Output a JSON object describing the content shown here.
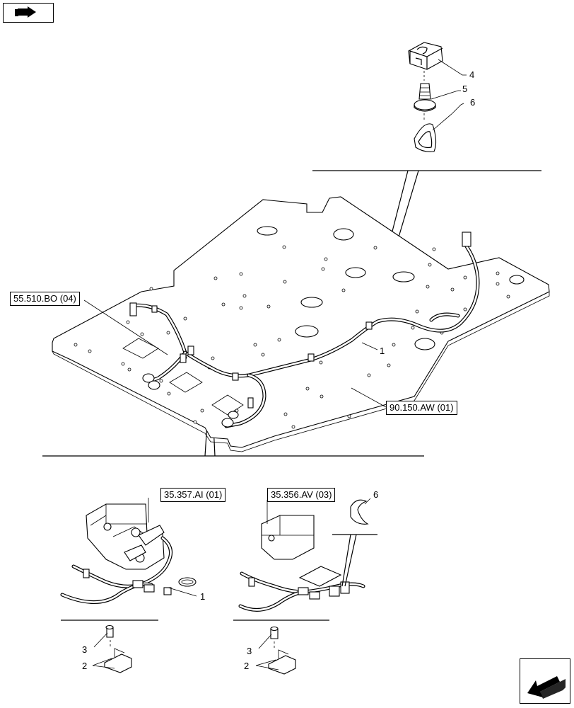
{
  "references": [
    {
      "id": "ref-55-510",
      "text": "55.510.BO (04)"
    },
    {
      "id": "ref-90-150",
      "text": "90.150.AW (01)"
    },
    {
      "id": "ref-35-357",
      "text": "35.357.AI (01)"
    },
    {
      "id": "ref-35-356",
      "text": "35.356.AV (03)"
    }
  ],
  "callouts": {
    "c4": "4",
    "c5": "5",
    "c6_top": "6",
    "c1_main": "1",
    "c6_detail": "6",
    "c1_detail": "1",
    "c3_left": "3",
    "c2_left": "2",
    "c3_right": "3",
    "c2_right": "2"
  },
  "icons": {
    "top_left": "hand-pointing-right-icon",
    "bottom_right": "arrow-down-left-icon"
  }
}
